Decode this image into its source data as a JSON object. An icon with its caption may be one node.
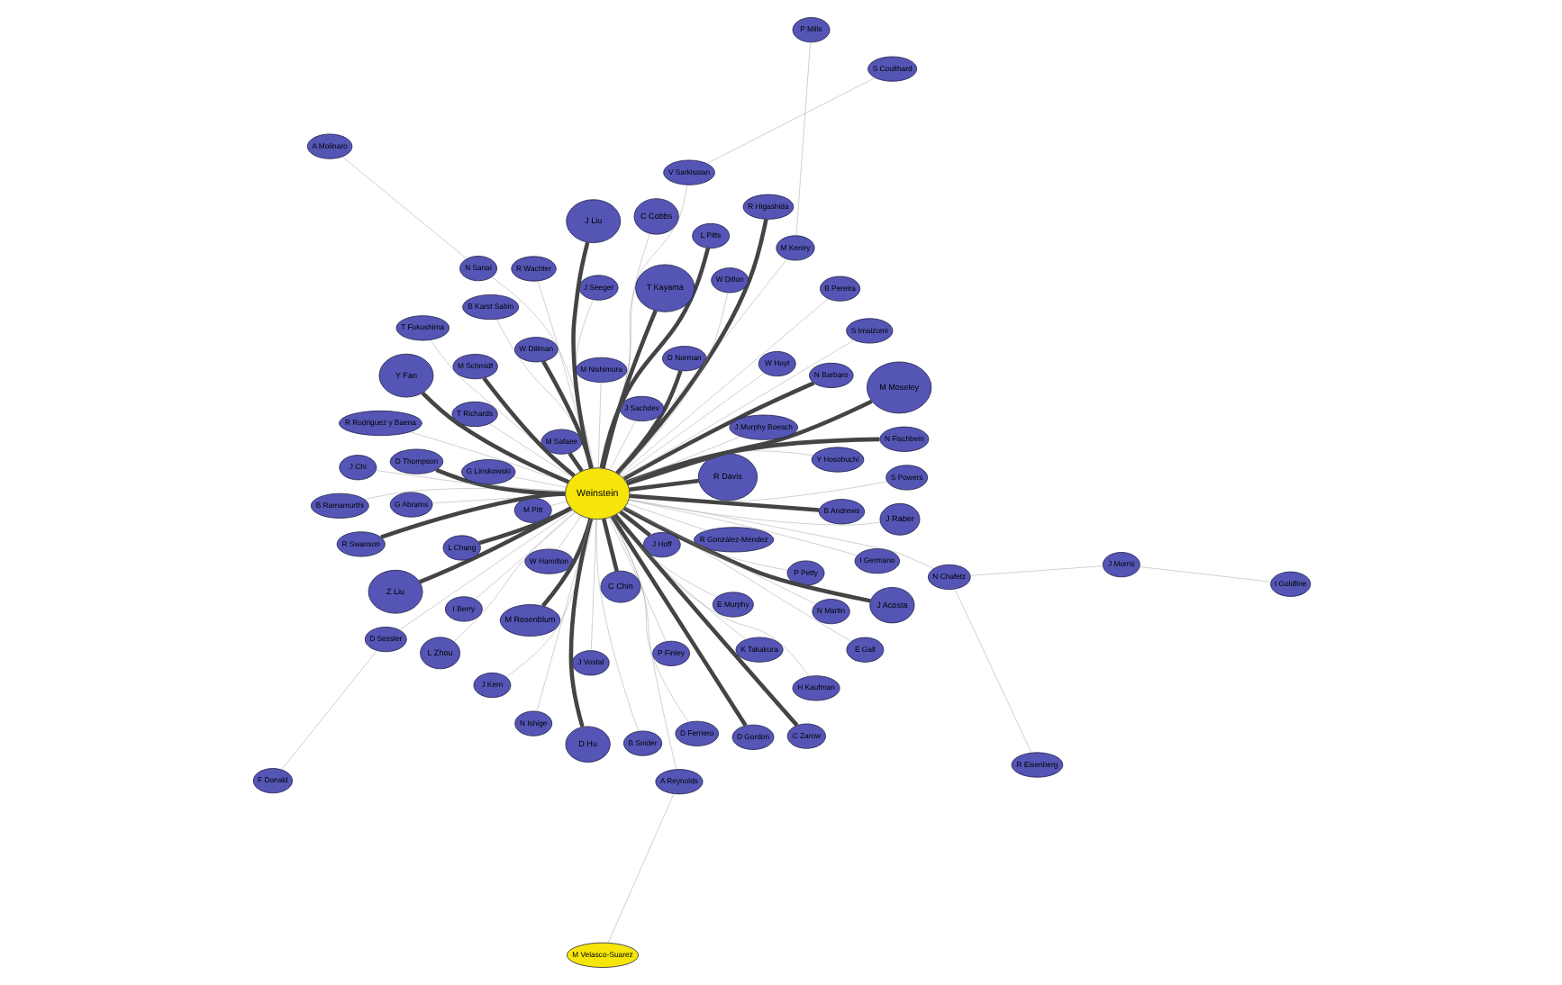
{
  "diagram": {
    "nodes": [
      {
        "text": [
          "Weinstein"
        ]
      },
      {
        "text": [
          "P Petty"
        ]
      },
      {
        "text": [
          "B Snider"
        ]
      },
      {
        "text": [
          "B Karst Sabin"
        ]
      },
      {
        "text": [
          "R González-Méndez"
        ]
      },
      {
        "text": [
          "M Pitt"
        ]
      },
      {
        "text": [
          "M Velasco-Suarez"
        ]
      },
      {
        "text": [
          "E Gall"
        ]
      },
      {
        "text": [
          "J Vostal"
        ]
      },
      {
        "text": [
          "A Reynolds"
        ]
      },
      {
        "text": [
          "P Finley"
        ]
      },
      {
        "text": [
          "B Ramamurthi"
        ]
      },
      {
        "text": [
          "I Germano"
        ]
      },
      {
        "text": [
          "Y Hosobuchi"
        ]
      },
      {
        "text": [
          "J Seeger"
        ]
      },
      {
        "text": [
          "K Takakura"
        ]
      },
      {
        "text": [
          "H Kaufman"
        ]
      },
      {
        "text": [
          "T Fukushima"
        ]
      },
      {
        "text": [
          "R Rodriguez y Baena"
        ]
      },
      {
        "text": [
          "T Richards"
        ]
      },
      {
        "text": [
          "M Keniry"
        ]
      },
      {
        "text": [
          "W Hamilton"
        ]
      },
      {
        "text": [
          "P Mills"
        ]
      },
      {
        "text": [
          "B Pereira"
        ]
      },
      {
        "text": [
          "R Wachter"
        ]
      },
      {
        "text": [
          "D Gordon"
        ]
      },
      {
        "text": [
          "N Barbaro"
        ]
      },
      {
        "text": [
          "M Safaee"
        ]
      },
      {
        "text": [
          "M Rosenblum"
        ]
      },
      {
        "text": [
          "J Acosta"
        ]
      },
      {
        "text": [
          "D Norman"
        ]
      },
      {
        "text": [
          "J Hoff"
        ]
      },
      {
        "text": [
          "J Kern"
        ]
      },
      {
        "text": [
          "M Schmidt"
        ]
      },
      {
        "text": [
          "W Hoyt"
        ]
      },
      {
        "text": [
          "C Chin"
        ]
      },
      {
        "text": [
          "J Sachdev"
        ]
      },
      {
        "text": [
          "R Higashida"
        ]
      },
      {
        "text": [
          "D Thompson"
        ]
      },
      {
        "text": [
          "J Chi"
        ]
      },
      {
        "text": [
          "N Sanai"
        ]
      },
      {
        "text": [
          "A Molinaro"
        ]
      },
      {
        "text": [
          "G Linskowski"
        ]
      },
      {
        "text": [
          "J Morris"
        ]
      },
      {
        "text": [
          "I Goldfine"
        ]
      },
      {
        "text": [
          "N Chafetz"
        ]
      },
      {
        "text": [
          "R Eisenberg"
        ]
      },
      {
        "text": [
          "N Martin"
        ]
      },
      {
        "text": [
          "S Powers"
        ]
      },
      {
        "text": [
          "J Raber"
        ]
      },
      {
        "text": [
          "G Abrams"
        ]
      },
      {
        "text": [
          "N Fischbein"
        ]
      },
      {
        "text": [
          "L Pitts"
        ]
      },
      {
        "text": [
          "C Cobbs"
        ]
      },
      {
        "text": [
          "W Dillon"
        ]
      },
      {
        "text": [
          "D Ferriero"
        ]
      },
      {
        "text": [
          "L Zhou"
        ]
      },
      {
        "text": [
          "V Sarkissian"
        ]
      },
      {
        "text": [
          "S Coulthard"
        ]
      },
      {
        "text": [
          "Y Fan"
        ]
      },
      {
        "text": [
          "W Dillman"
        ]
      },
      {
        "text": [
          "J Liu"
        ]
      },
      {
        "text": [
          "Z Liu"
        ]
      },
      {
        "text": [
          "S Imaizumi"
        ]
      },
      {
        "text": [
          "B Andrews"
        ]
      },
      {
        "text": [
          "L Chang"
        ]
      },
      {
        "text": [
          "R Davis"
        ]
      },
      {
        "text": [
          "M Moseley"
        ]
      },
      {
        "text": [
          "C Zarow"
        ]
      },
      {
        "text": [
          "R Swanson"
        ]
      },
      {
        "text": [
          "D Hu"
        ]
      },
      {
        "text": [
          "T Kayama"
        ]
      },
      {
        "text": [
          "M Nishimura"
        ]
      },
      {
        "text": [
          "D Sessler"
        ]
      },
      {
        "text": [
          "F Donald"
        ]
      },
      {
        "text": [
          "E Murphy"
        ]
      },
      {
        "text": [
          "J Murphy Boesch"
        ]
      },
      {
        "text": [
          "N Ishige"
        ]
      },
      {
        "text": [
          "I Berry"
        ]
      }
    ],
    "edges": [
      {
        "from": 0,
        "to": 1,
        "arrow": "none"
      },
      {
        "from": 0,
        "to": 2,
        "arrow": "none"
      },
      {
        "from": 0,
        "to": 3,
        "arrow": "none"
      },
      {
        "from": 0,
        "to": 4,
        "arrow": "none"
      },
      {
        "from": 0,
        "to": 5,
        "arrow": "none"
      },
      {
        "from": 9,
        "to": 6,
        "arrow": "none"
      },
      {
        "from": 0,
        "to": 7,
        "arrow": "none"
      },
      {
        "from": 0,
        "to": 8,
        "arrow": "none"
      },
      {
        "from": 0,
        "to": 9,
        "arrow": "none"
      },
      {
        "from": 0,
        "to": 10,
        "arrow": "none"
      },
      {
        "from": 0,
        "to": 11,
        "arrow": "none"
      },
      {
        "from": 0,
        "to": 12,
        "arrow": "none"
      },
      {
        "from": 0,
        "to": 13,
        "arrow": "none"
      },
      {
        "from": 0,
        "to": 14,
        "arrow": "none"
      },
      {
        "from": 0,
        "to": 15,
        "arrow": "none"
      },
      {
        "from": 0,
        "to": 16,
        "arrow": "none"
      },
      {
        "from": 0,
        "to": 17,
        "arrow": "none"
      },
      {
        "from": 0,
        "to": 18,
        "arrow": "none"
      },
      {
        "from": 0,
        "to": 19,
        "arrow": "none"
      },
      {
        "from": 0,
        "to": 20,
        "arrow": "none"
      },
      {
        "from": 0,
        "to": 21,
        "arrow": "none"
      },
      {
        "from": 20,
        "to": 22,
        "arrow": "none"
      },
      {
        "from": 0,
        "to": 23,
        "arrow": "none"
      },
      {
        "from": 0,
        "to": 24,
        "arrow": "none"
      },
      {
        "from": 0,
        "to": 25,
        "arrow": "none",
        "style": "thick"
      },
      {
        "from": 0,
        "to": 26,
        "arrow": "none",
        "style": "thick"
      },
      {
        "from": 0,
        "to": 27,
        "arrow": "none",
        "style": "thick"
      },
      {
        "from": 0,
        "to": 28,
        "arrow": "none",
        "style": "thick"
      },
      {
        "from": 0,
        "to": 29,
        "arrow": "none",
        "style": "thick"
      },
      {
        "from": 0,
        "to": 30,
        "arrow": "none",
        "style": "thick"
      },
      {
        "from": 0,
        "to": 31,
        "arrow": "none",
        "style": "thick"
      },
      {
        "from": 0,
        "to": 32,
        "arrow": "none"
      },
      {
        "from": 0,
        "to": 33,
        "arrow": "none",
        "style": "thick"
      },
      {
        "from": 0,
        "to": 34,
        "arrow": "none"
      },
      {
        "from": 0,
        "to": 35,
        "arrow": "none",
        "style": "thick"
      },
      {
        "from": 0,
        "to": 36,
        "arrow": "none"
      },
      {
        "from": 0,
        "to": 37,
        "arrow": "none",
        "style": "thick"
      },
      {
        "from": 0,
        "to": 38,
        "arrow": "none",
        "style": "thick"
      },
      {
        "from": 0,
        "to": 39,
        "arrow": "none"
      },
      {
        "from": 0,
        "to": 40,
        "arrow": "none"
      },
      {
        "from": 40,
        "to": 41,
        "arrow": "none"
      },
      {
        "from": 0,
        "to": 42,
        "arrow": "none"
      },
      {
        "from": 45,
        "to": 43,
        "arrow": "none"
      },
      {
        "from": 43,
        "to": 44,
        "arrow": "none"
      },
      {
        "from": 0,
        "to": 45,
        "arrow": "none"
      },
      {
        "from": 45,
        "to": 46,
        "arrow": "none"
      },
      {
        "from": 0,
        "to": 47,
        "arrow": "none"
      },
      {
        "from": 0,
        "to": 48,
        "arrow": "none"
      },
      {
        "from": 0,
        "to": 49,
        "arrow": "none"
      },
      {
        "from": 0,
        "to": 50,
        "arrow": "none"
      },
      {
        "from": 0,
        "to": 51,
        "arrow": "none",
        "style": "thick"
      },
      {
        "from": 0,
        "to": 52,
        "arrow": "none",
        "style": "thick"
      },
      {
        "from": 0,
        "to": 53,
        "arrow": "none"
      },
      {
        "from": 0,
        "to": 54,
        "arrow": "none"
      },
      {
        "from": 0,
        "to": 55,
        "arrow": "none"
      },
      {
        "from": 0,
        "to": 56,
        "arrow": "none"
      },
      {
        "from": 0,
        "to": 57,
        "arrow": "none"
      },
      {
        "from": 57,
        "to": 58,
        "arrow": "none"
      },
      {
        "from": 0,
        "to": 59,
        "arrow": "none",
        "style": "thick"
      },
      {
        "from": 0,
        "to": 60,
        "arrow": "none",
        "style": "thick"
      },
      {
        "from": 0,
        "to": 61,
        "arrow": "none",
        "style": "thick"
      },
      {
        "from": 0,
        "to": 62,
        "arrow": "none",
        "style": "thick"
      },
      {
        "from": 0,
        "to": 63,
        "arrow": "none"
      },
      {
        "from": 0,
        "to": 64,
        "arrow": "none",
        "style": "thick"
      },
      {
        "from": 0,
        "to": 65,
        "arrow": "none",
        "style": "thick"
      },
      {
        "from": 0,
        "to": 66,
        "arrow": "none",
        "style": "thick"
      },
      {
        "from": 0,
        "to": 67,
        "arrow": "none",
        "style": "thick"
      },
      {
        "from": 0,
        "to": 68,
        "arrow": "none",
        "style": "thick"
      },
      {
        "from": 0,
        "to": 69,
        "arrow": "none",
        "style": "thick"
      },
      {
        "from": 0,
        "to": 70,
        "arrow": "none",
        "style": "thick"
      },
      {
        "from": 0,
        "to": 71,
        "arrow": "none",
        "style": "thick"
      },
      {
        "from": 0,
        "to": 72,
        "arrow": "none"
      },
      {
        "from": 0,
        "to": 73,
        "arrow": "none"
      },
      {
        "from": 73,
        "to": 74,
        "arrow": "none"
      },
      {
        "from": 0,
        "to": 75,
        "arrow": "none"
      },
      {
        "from": 0,
        "to": 76,
        "arrow": "none"
      },
      {
        "from": 0,
        "to": 77,
        "arrow": "none"
      },
      {
        "from": 0,
        "to": 78,
        "arrow": "none"
      }
    ]
  }
}
